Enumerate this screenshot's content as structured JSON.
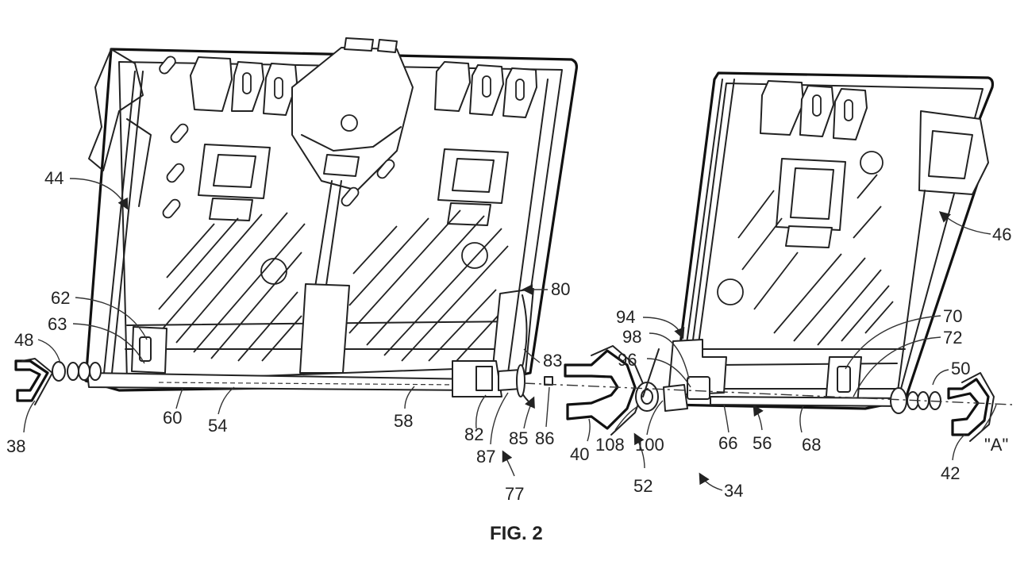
{
  "figure": {
    "caption": "FIG. 2",
    "axis_label": "\"A\""
  },
  "labels": {
    "l34": "34",
    "l38": "38",
    "l40": "40",
    "l42": "42",
    "l44": "44",
    "l46": "46",
    "l48": "48",
    "l50": "50",
    "l52": "52",
    "l54": "54",
    "l56": "56",
    "l58": "58",
    "l60": "60",
    "l62": "62",
    "l63": "63",
    "l66": "66",
    "l68": "68",
    "l70": "70",
    "l72": "72",
    "l77": "77",
    "l80": "80",
    "l82": "82",
    "l83": "83",
    "l85": "85",
    "l86": "86",
    "l87": "87",
    "l94": "94",
    "l96": "96",
    "l98": "98",
    "l100": "100",
    "l108": "108"
  }
}
